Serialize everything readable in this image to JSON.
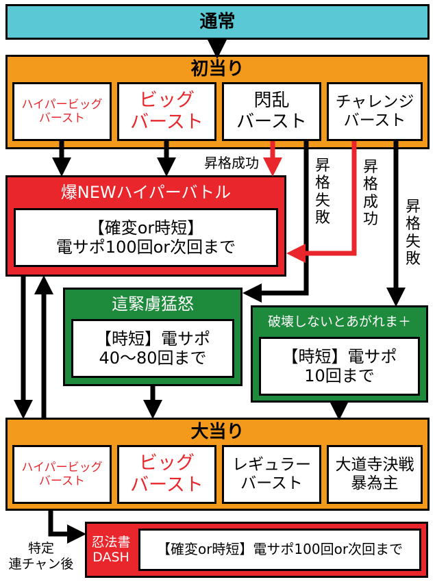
{
  "colors": {
    "teal": "#5bc8d5",
    "orange": "#f39a1c",
    "red": "#e8262b",
    "green": "#1e8a3c",
    "black": "#000000",
    "white": "#ffffff"
  },
  "normal": {
    "title": "通常"
  },
  "first_hit": {
    "title": "初当り",
    "items": [
      {
        "label": "ハイパービッグ\nバースト"
      },
      {
        "label": "ビッグ\nバースト"
      },
      {
        "label": "閃乱\nバースト"
      },
      {
        "label": "チャレンジ\nバースト"
      }
    ]
  },
  "promo_success_1": "昇格成功",
  "promo_fail_1": "昇\n格\n失\n敗",
  "promo_success_2": "昇\n格\n成\n功",
  "promo_fail_2": "昇\n格\n失\n敗",
  "baku": {
    "title": "爆NEWハイパーバトル",
    "body": "【確変or時短】\n電サポ100回or次回まで"
  },
  "shikken": {
    "title": "這緊虜猛怒",
    "body": "【時短】電サポ\n40〜80回まで"
  },
  "hakai": {
    "title": "破壊しないとあがれま＋",
    "body": "【時短】電サポ\n10回まで"
  },
  "big_hit": {
    "title": "大当り",
    "items": [
      {
        "label": "ハイパービッグ\nバースト"
      },
      {
        "label": "ビッグ\nバースト"
      },
      {
        "label": "レギュラー\nバースト"
      },
      {
        "label": "大道寺決戦\n暴為主"
      }
    ]
  },
  "special_note": "特定\n連チャン後",
  "dash": {
    "title": "忍法書\nDASH",
    "body": "【確変or時短】電サポ100回or次回まで"
  }
}
